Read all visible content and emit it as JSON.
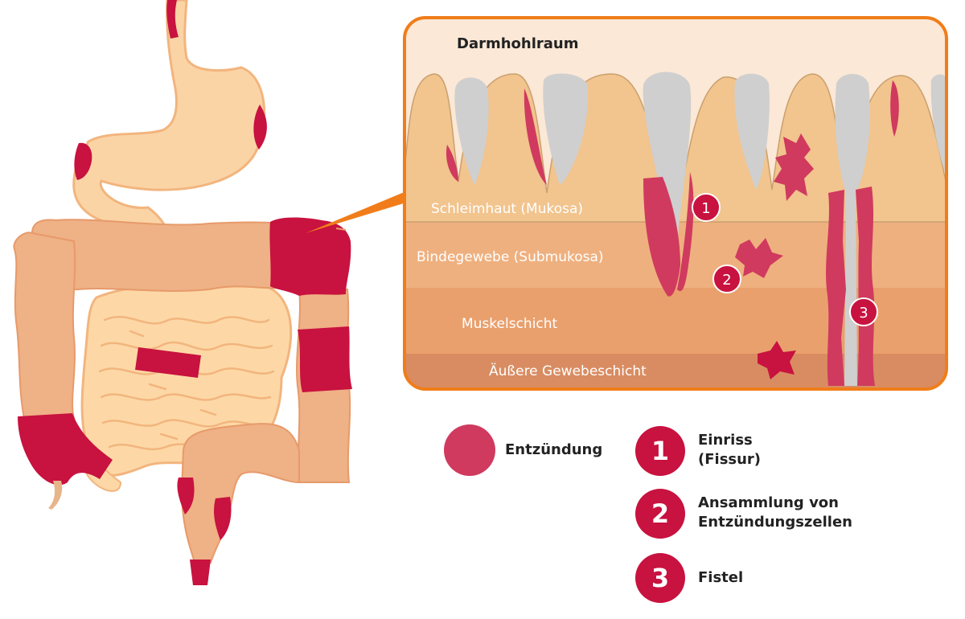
{
  "detail": {
    "lumen_label": "Darmhohlraum",
    "layers": {
      "mucosa": "Schleimhaut (Mukosa)",
      "submucosa": "Bindegewebe (Submukosa)",
      "muscle": "Muskelschicht",
      "outer": "Äußere Gewebeschicht"
    },
    "markers": [
      "1",
      "2",
      "3"
    ]
  },
  "legend": {
    "inflammation": "Entzündung",
    "items": [
      {
        "number": "1",
        "line1": "Einriss",
        "line2": "(Fissur)"
      },
      {
        "number": "2",
        "line1": "Ansammlung von",
        "line2": "Entzündungszellen"
      },
      {
        "number": "3",
        "line1": "Fistel",
        "line2": ""
      }
    ]
  },
  "colors": {
    "inflammation": "#d03a5e",
    "inflammation_dark": "#c8123f",
    "frame": "#f07d1a",
    "stomach": "#fbd4a6",
    "colon": "#efb186",
    "small_intestine": "#fdd8a6",
    "mucosa": "#f2c48e",
    "submucosa": "#efb07f",
    "muscle": "#e9a06d",
    "outer": "#d98c62",
    "lumen": "#fbe8d6",
    "villus_gray": "#cfcfcf"
  }
}
